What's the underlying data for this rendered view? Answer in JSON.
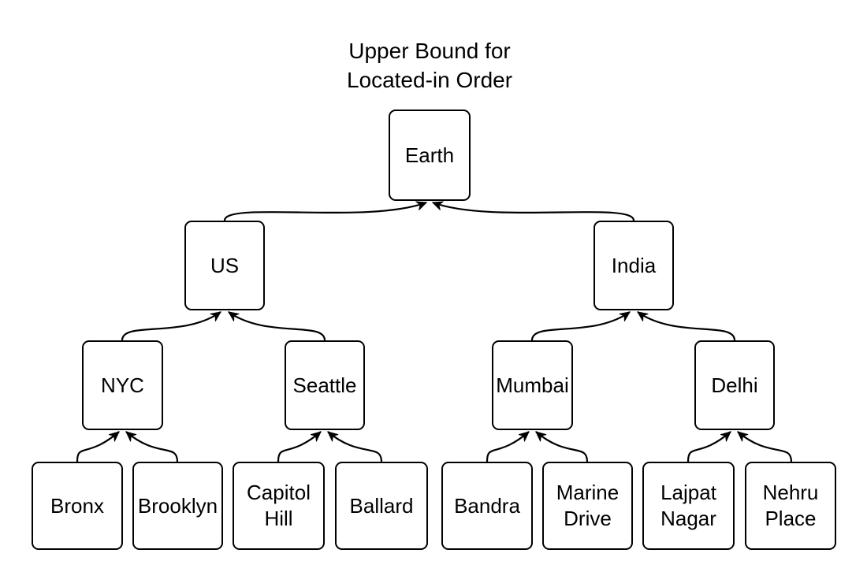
{
  "title": {
    "line1": "Upper Bound for",
    "line2": "Located-in Order"
  },
  "colors": {
    "background": "#ffffff",
    "node_fill": "#ffffff",
    "node_border": "#000000",
    "edge": "#000000",
    "text": "#000000"
  },
  "diagram": {
    "type": "tree",
    "direction": "children point up to parents",
    "nodes": [
      {
        "id": "earth",
        "label": "Earth",
        "level": 1,
        "parent": null
      },
      {
        "id": "us",
        "label": "US",
        "level": 2,
        "parent": "earth"
      },
      {
        "id": "india",
        "label": "India",
        "level": 2,
        "parent": "earth"
      },
      {
        "id": "nyc",
        "label": "NYC",
        "level": 3,
        "parent": "us"
      },
      {
        "id": "seattle",
        "label": "Seattle",
        "level": 3,
        "parent": "us"
      },
      {
        "id": "mumbai",
        "label": "Mumbai",
        "level": 3,
        "parent": "india"
      },
      {
        "id": "delhi",
        "label": "Delhi",
        "level": 3,
        "parent": "india"
      },
      {
        "id": "bronx",
        "label": "Bronx",
        "level": 4,
        "parent": "nyc"
      },
      {
        "id": "brooklyn",
        "label": "Brooklyn",
        "level": 4,
        "parent": "nyc"
      },
      {
        "id": "capitol-hill",
        "label": "Capitol Hill",
        "level": 4,
        "parent": "seattle"
      },
      {
        "id": "ballard",
        "label": "Ballard",
        "level": 4,
        "parent": "seattle"
      },
      {
        "id": "bandra",
        "label": "Bandra",
        "level": 4,
        "parent": "mumbai"
      },
      {
        "id": "marine-drive",
        "label": "Marine Drive",
        "level": 4,
        "parent": "mumbai"
      },
      {
        "id": "lajpat-nagar",
        "label": "Lajpat Nagar",
        "level": 4,
        "parent": "delhi"
      },
      {
        "id": "nehru-place",
        "label": "Nehru Place",
        "level": 4,
        "parent": "delhi"
      }
    ],
    "edges": [
      {
        "from": "us",
        "to": "earth"
      },
      {
        "from": "india",
        "to": "earth"
      },
      {
        "from": "nyc",
        "to": "us"
      },
      {
        "from": "seattle",
        "to": "us"
      },
      {
        "from": "mumbai",
        "to": "india"
      },
      {
        "from": "delhi",
        "to": "india"
      },
      {
        "from": "bronx",
        "to": "nyc"
      },
      {
        "from": "brooklyn",
        "to": "nyc"
      },
      {
        "from": "capitol-hill",
        "to": "seattle"
      },
      {
        "from": "ballard",
        "to": "seattle"
      },
      {
        "from": "bandra",
        "to": "mumbai"
      },
      {
        "from": "marine-drive",
        "to": "mumbai"
      },
      {
        "from": "lajpat-nagar",
        "to": "delhi"
      },
      {
        "from": "nehru-place",
        "to": "delhi"
      }
    ]
  }
}
